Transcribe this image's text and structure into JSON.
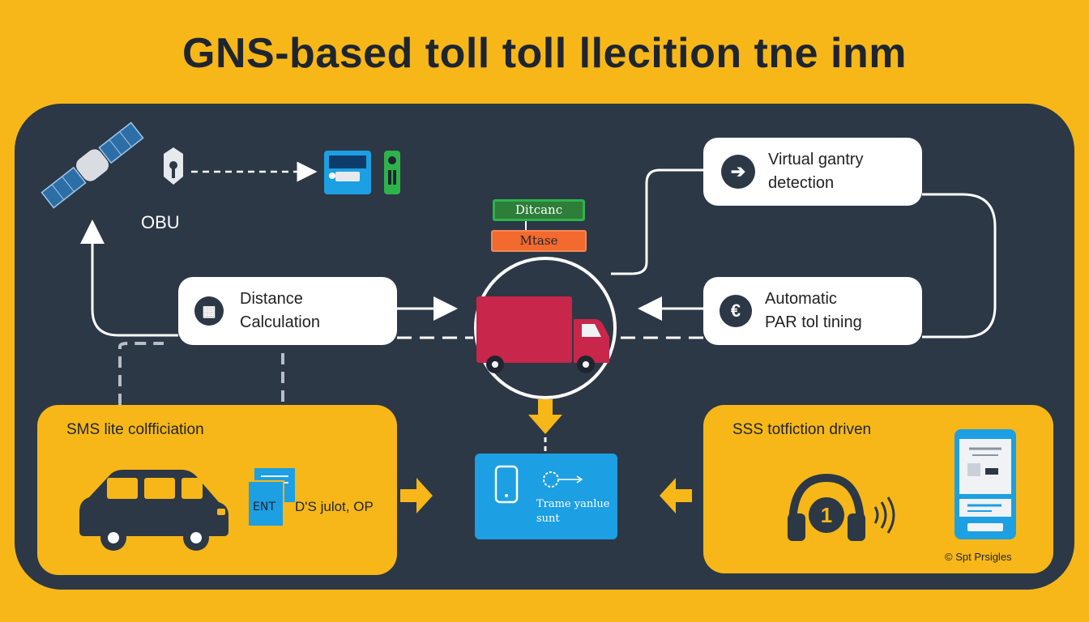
{
  "title": "GNS-based toll toll llecition tne inm",
  "labels": {
    "obu": "OBU",
    "distance_tag": "Ditcanc",
    "mease_tag": "Mtase",
    "ent": "ENT",
    "ds_text": "D'S julot, OP",
    "blue_text": "Trame yanlue sunt",
    "sms_title": "SMS lite colfficiation",
    "sss_title": "SSS totfiction driven",
    "footer": "© Spt Prsigles"
  },
  "cards": {
    "virtual": [
      "Virtual gantry",
      "detection"
    ],
    "distance": [
      "Distance",
      "Calculation"
    ],
    "automatic": [
      "Automatic",
      "PAR tol tining"
    ]
  },
  "colors": {
    "background": "#f7b718",
    "board": "#2c3846",
    "truck": "#c8264a",
    "blue": "#1d9fe3",
    "green_tag": "#2db34a",
    "orange_tag": "#f26a2e"
  }
}
